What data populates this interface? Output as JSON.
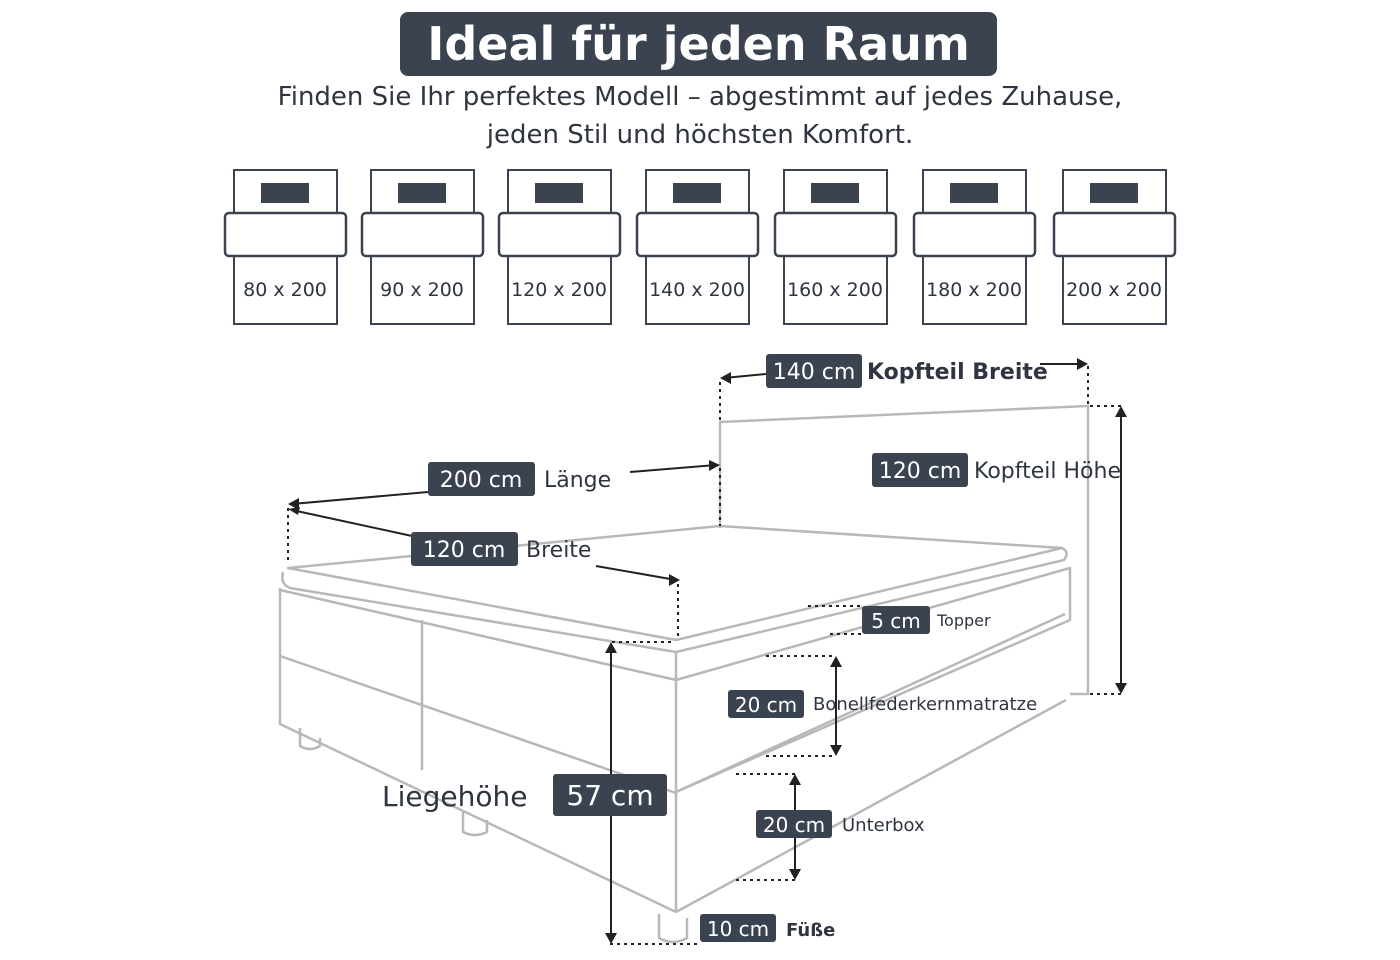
{
  "header": {
    "title": "Ideal für jeden Raum",
    "subtitle_line1": "Finden Sie Ihr perfektes Modell – abgestimmt auf jedes Zuhause,",
    "subtitle_line2": "jeden Stil und höchsten Komfort."
  },
  "sizes": [
    "80 x 200",
    "90 x 200",
    "120 x 200",
    "140 x 200",
    "160 x 200",
    "180 x 200",
    "200 x 200"
  ],
  "dimensions": {
    "kopfteil_breite": {
      "value": "140 cm",
      "label": "Kopfteil Breite"
    },
    "kopfteil_hoehe": {
      "value": "120 cm",
      "label": "Kopfteil Höhe"
    },
    "laenge": {
      "value": "200 cm",
      "label": "Länge"
    },
    "breite": {
      "value": "120 cm",
      "label": "Breite"
    },
    "topper": {
      "value": "5 cm",
      "label": "Topper"
    },
    "matratze": {
      "value": "20 cm",
      "label": "Bonellfederkernmatratze"
    },
    "unterbox": {
      "value": "20 cm",
      "label": "Unterbox"
    },
    "fuesse": {
      "value": "10 cm",
      "label": "Füße"
    },
    "liegehoehe": {
      "value": "57 cm",
      "label": "Liegehöhe"
    }
  },
  "colors": {
    "badge": "#3b4350",
    "outline": "#3b4350",
    "bed_line": "#b8b8b8",
    "text": "#2f3540"
  }
}
